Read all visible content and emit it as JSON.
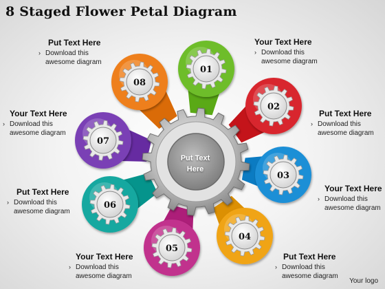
{
  "title": "8 Staged Flower Petal Diagram",
  "center": {
    "line1": "Put Text",
    "line2": "Here"
  },
  "logo": "Your logo",
  "petals": [
    {
      "number": "01",
      "color": "#6ebd2a"
    },
    {
      "number": "02",
      "color": "#d8282e"
    },
    {
      "number": "03",
      "color": "#1f8fd6"
    },
    {
      "number": "04",
      "color": "#f0a417"
    },
    {
      "number": "05",
      "color": "#c1328d"
    },
    {
      "number": "06",
      "color": "#19a8a0"
    },
    {
      "number": "07",
      "color": "#7a3fb5"
    },
    {
      "number": "08",
      "color": "#ee7f1c"
    }
  ],
  "labels": [
    {
      "heading": "Your Text Here",
      "line1": "Download this",
      "line2": "awesome diagram"
    },
    {
      "heading": "Put Text Here",
      "line1": "Download this",
      "line2": "awesome diagram"
    },
    {
      "heading": "Your Text Here",
      "line1": "Download this",
      "line2": "awesome diagram"
    },
    {
      "heading": "Put Text Here",
      "line1": "Download this",
      "line2": "awesome diagram"
    },
    {
      "heading": "Your Text Here",
      "line1": "Download this",
      "line2": "awesome diagram"
    },
    {
      "heading": "Put Text Here",
      "line1": "Download this",
      "line2": "awesome diagram"
    },
    {
      "heading": "Your Text Here",
      "line1": "Download this",
      "line2": "awesome diagram"
    },
    {
      "heading": "Put Text Here",
      "line1": "Download this",
      "line2": "awesome diagram"
    }
  ],
  "icons": {
    "bullet": "chevron-right-icon",
    "gear": "gear-icon"
  }
}
